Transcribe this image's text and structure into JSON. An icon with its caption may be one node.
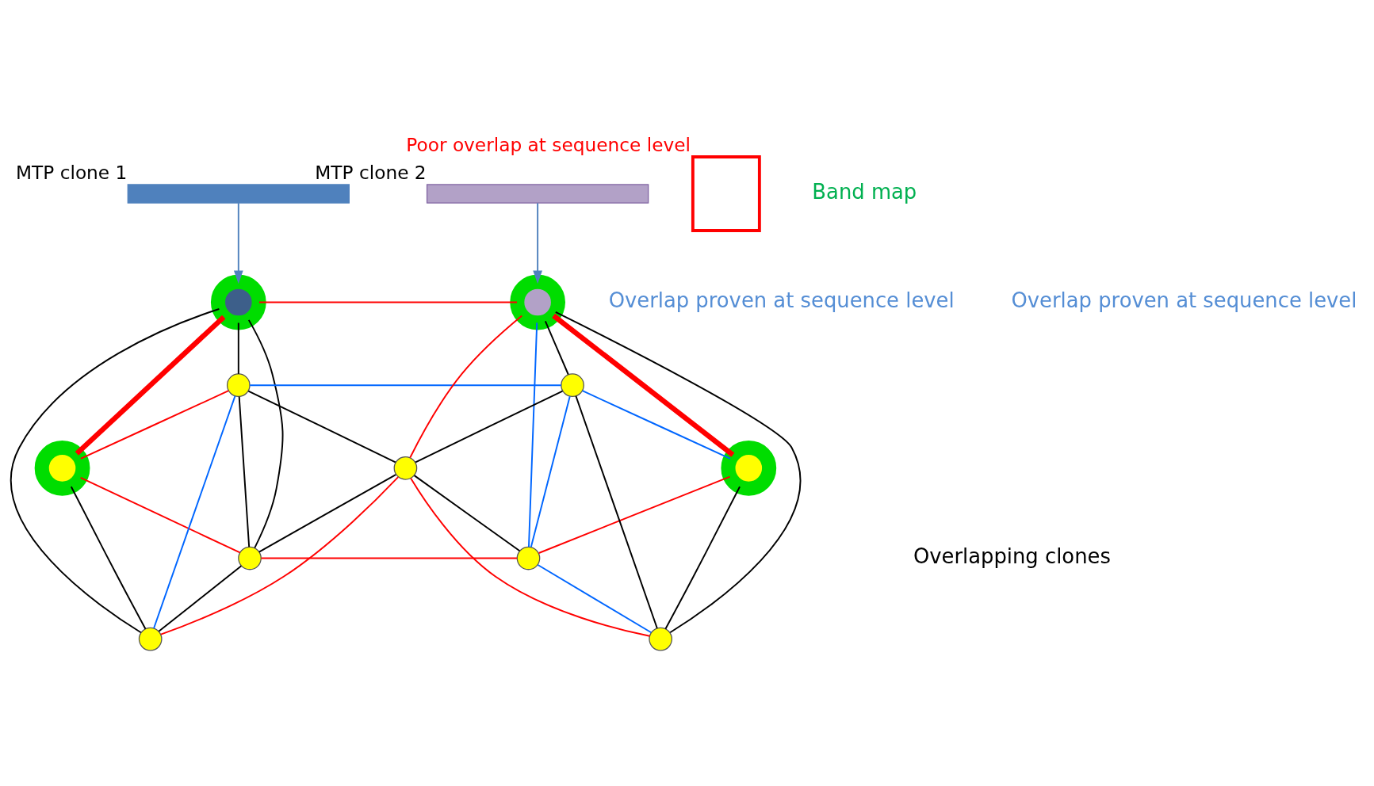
{
  "diagram": {
    "nodes": [
      {
        "text": [],
        "shape": "bar",
        "beside": [
          "MTP clone 1"
        ]
      },
      {
        "text": [],
        "shape": "box",
        "beside": [
          "Poor overlap at sequence level"
        ]
      },
      {
        "text": [],
        "shape": "bar",
        "beside": [
          "MTP clone 2"
        ]
      },
      {
        "text": [],
        "shape": "circle"
      },
      {
        "text": [],
        "shape": "circle"
      },
      {
        "text": [],
        "shape": "circle"
      },
      {
        "text": [],
        "shape": "circle"
      },
      {
        "text": [],
        "shape": "circle"
      },
      {
        "text": [],
        "shape": "circle"
      },
      {
        "text": [],
        "shape": "circle"
      },
      {
        "text": [],
        "shape": "circle"
      },
      {
        "text": [],
        "shape": "circle"
      },
      {
        "text": [],
        "shape": "circle"
      },
      {
        "text": [],
        "shape": "circle"
      }
    ],
    "edges": [
      {
        "from": 0,
        "to": 3,
        "arrow": "to",
        "color": "#4f81bd"
      },
      {
        "from": 2,
        "to": 4,
        "arrow": "to",
        "color": "#4f81bd"
      },
      {
        "from": 3,
        "to": 4,
        "arrow": "none",
        "color": "#ff0000"
      },
      {
        "from": 5,
        "to": 3,
        "arrow": "none",
        "color": "#ff0000",
        "style": "thick"
      },
      {
        "from": 4,
        "to": 6,
        "arrow": "none",
        "color": "#ff0000",
        "style": "thick"
      },
      {
        "from": 3,
        "to": 10,
        "arrow": "none"
      },
      {
        "from": 3,
        "to": 11,
        "arrow": "none"
      },
      {
        "from": 3,
        "to": 7,
        "arrow": "none"
      },
      {
        "from": 5,
        "to": 7,
        "arrow": "none",
        "color": "#ff0000"
      },
      {
        "from": 5,
        "to": 10,
        "arrow": "none"
      },
      {
        "from": 5,
        "to": 11,
        "arrow": "none",
        "color": "#ff0000"
      },
      {
        "from": 7,
        "to": 8,
        "arrow": "none",
        "color": "#0066ff"
      },
      {
        "from": 7,
        "to": 10,
        "arrow": "none",
        "color": "#0066ff"
      },
      {
        "from": 7,
        "to": 11,
        "arrow": "none"
      },
      {
        "from": 7,
        "to": 9,
        "arrow": "none"
      },
      {
        "from": 10,
        "to": 9,
        "arrow": "none",
        "color": "#ff0000"
      },
      {
        "from": 10,
        "to": 11,
        "arrow": "none"
      },
      {
        "from": 11,
        "to": 9,
        "arrow": "none"
      },
      {
        "from": 11,
        "to": 13,
        "arrow": "none",
        "color": "#ff0000"
      },
      {
        "from": 9,
        "to": 8,
        "arrow": "none"
      },
      {
        "from": 9,
        "to": 4,
        "arrow": "none",
        "color": "#ff0000"
      },
      {
        "from": 9,
        "to": 12,
        "arrow": "none",
        "color": "#ff0000"
      },
      {
        "from": 9,
        "to": 13,
        "arrow": "none"
      },
      {
        "from": 8,
        "to": 4,
        "arrow": "none"
      },
      {
        "from": 8,
        "to": 6,
        "arrow": "none",
        "color": "#0066ff"
      },
      {
        "from": 8,
        "to": 13,
        "arrow": "none",
        "color": "#0066ff"
      },
      {
        "from": 8,
        "to": 12,
        "arrow": "none"
      },
      {
        "from": 4,
        "to": 13,
        "arrow": "none",
        "color": "#0066ff"
      },
      {
        "from": 4,
        "to": 12,
        "arrow": "none"
      },
      {
        "from": 6,
        "to": 13,
        "arrow": "none",
        "color": "#ff0000"
      },
      {
        "from": 6,
        "to": 12,
        "arrow": "none"
      },
      {
        "from": 13,
        "to": 12,
        "arrow": "none",
        "color": "#0066ff"
      }
    ],
    "labels": [
      "Band map",
      "Overlap proven at sequence level",
      "Overlap proven at sequence level",
      "Overlapping clones"
    ]
  }
}
